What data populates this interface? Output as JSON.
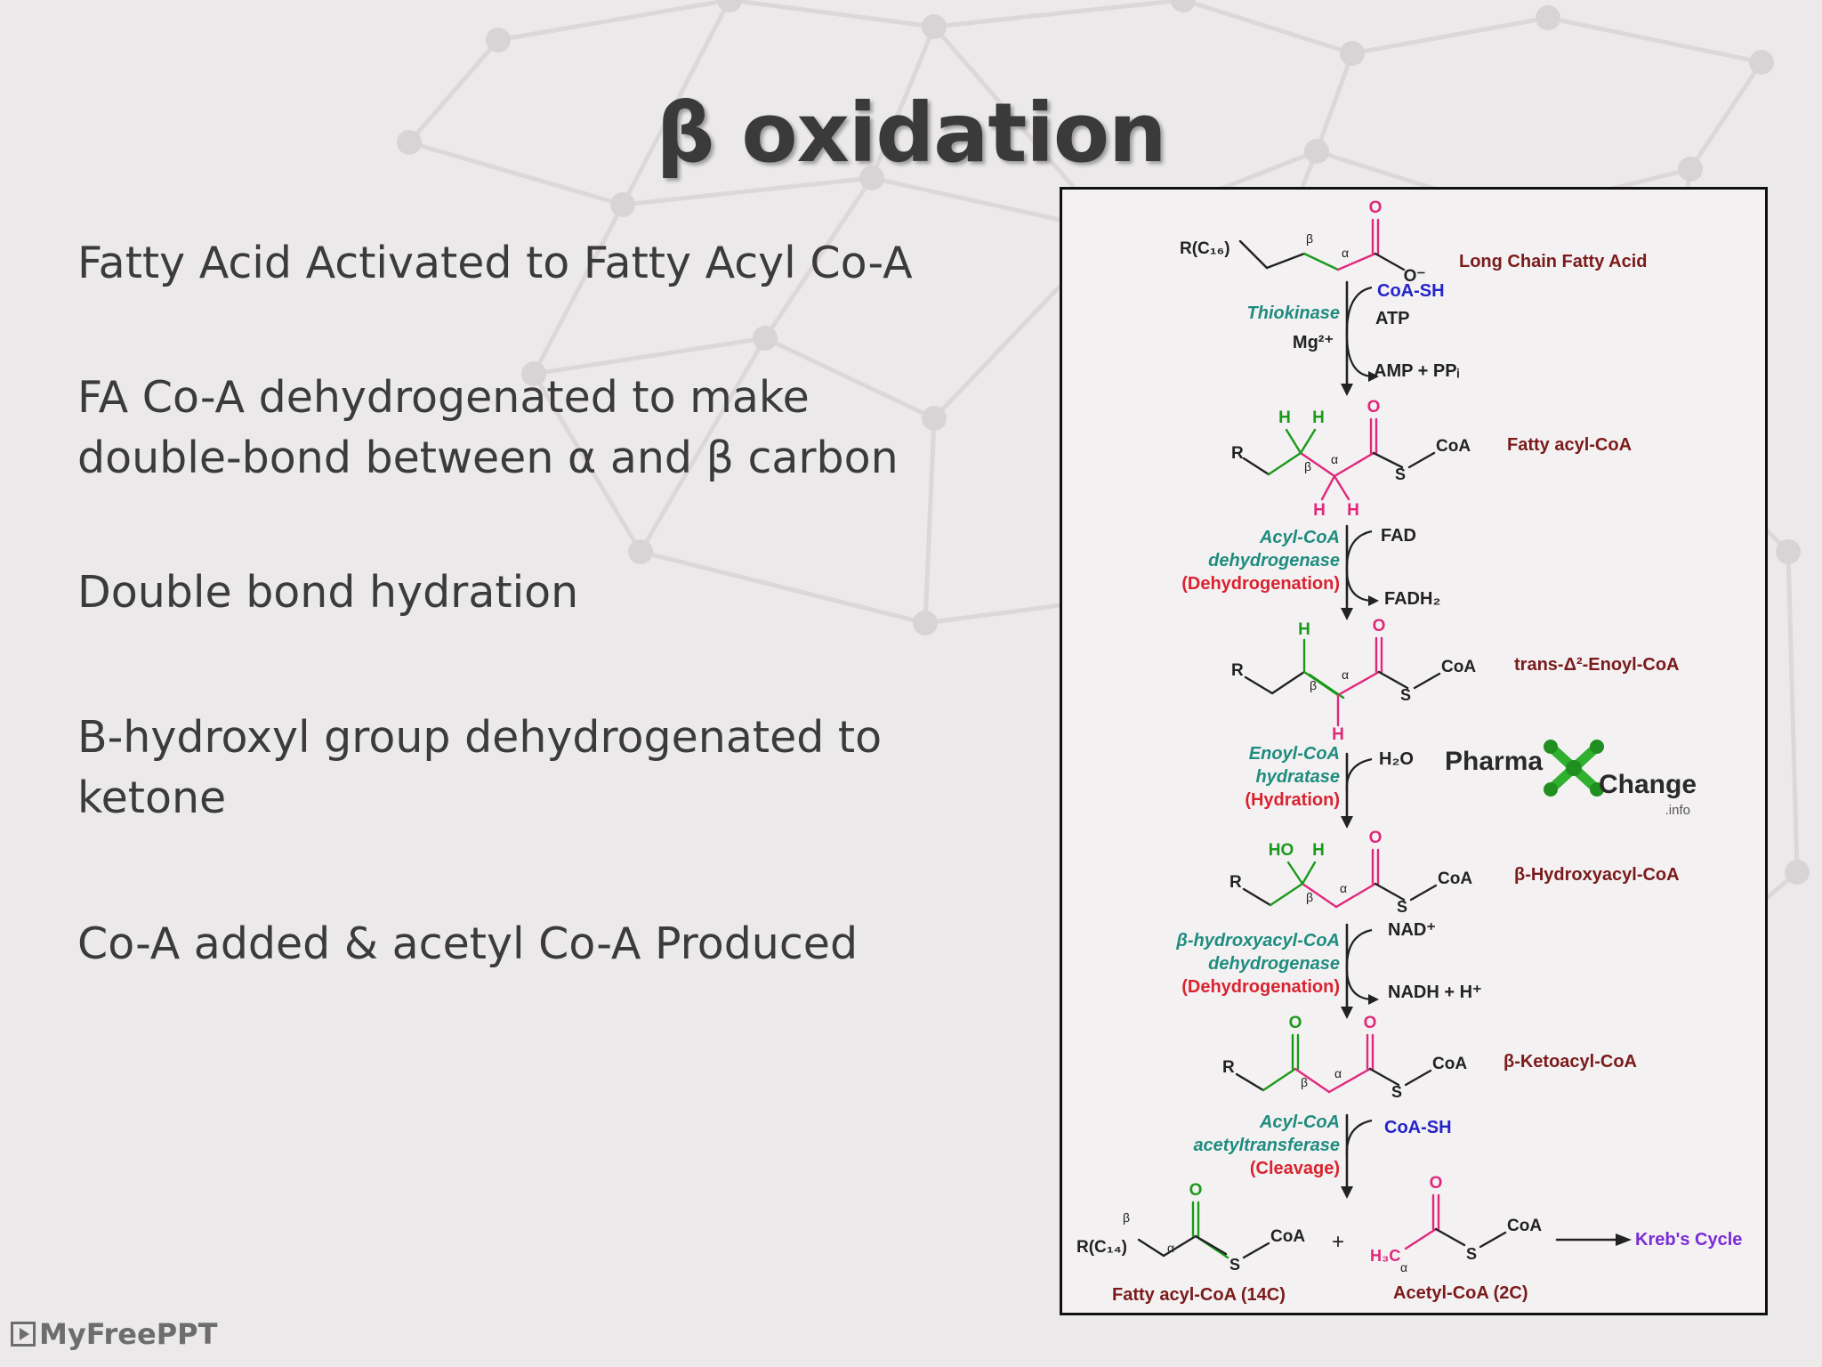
{
  "slide": {
    "title": "β oxidation",
    "bullets": [
      [
        "Fatty Acid Activated to Fatty Acyl Co-A"
      ],
      [
        "FA Co-A dehydrogenated to make",
        "double-bond between α and β carbon"
      ],
      [
        "Double bond hydration"
      ],
      [
        "B-hydroxyl group dehydrogenated to",
        "ketone"
      ],
      [
        "Co-A added & acetyl Co-A Produced"
      ]
    ],
    "watermark": "MyFreePPT"
  },
  "diagram": {
    "logo": {
      "part1": "Pharma",
      "part2": "Change",
      "suffix": ".info"
    },
    "compounds": {
      "fatty_acid": "Long Chain Fatty Acid",
      "fatty_acyl_coa": "Fatty acyl-CoA",
      "enoyl_coa": "trans-Δ²-Enoyl-CoA",
      "hydroxyacyl_coa": "β-Hydroxyacyl-CoA",
      "ketoacyl_coa": "β-Ketoacyl-CoA",
      "product_acyl": "Fatty acyl-CoA (14C)",
      "product_acetyl": "Acetyl-CoA (2C)",
      "krebs": "Kreb's Cycle"
    },
    "steps": [
      {
        "enzyme": [
          "Thiokinase"
        ],
        "process": "",
        "cofactor": "Mg²⁺",
        "in": "CoA-SH",
        "in2": "ATP",
        "out": "AMP + PPᵢ"
      },
      {
        "enzyme": [
          "Acyl-CoA",
          "dehydrogenase"
        ],
        "process": "(Dehydrogenation)",
        "in": "FAD",
        "out": "FADH₂"
      },
      {
        "enzyme": [
          "Enoyl-CoA",
          "hydratase"
        ],
        "process": "(Hydration)",
        "in": "H₂O"
      },
      {
        "enzyme": [
          "β-hydroxyacyl-CoA",
          "dehydrogenase"
        ],
        "process": "(Dehydrogenation)",
        "in": "NAD⁺",
        "out": "NADH + H⁺"
      },
      {
        "enzyme": [
          "Acyl-CoA",
          "acetyltransferase"
        ],
        "process": "(Cleavage)",
        "in": "CoA-SH"
      }
    ],
    "atoms": {
      "R": "R",
      "R16": "R(C₁₆)",
      "R14": "R(C₁₄)",
      "O": "O",
      "Ominus": "O⁻",
      "S": "S",
      "CoA": "CoA",
      "H": "H",
      "HO": "HO",
      "H3C": "H₃C",
      "alpha": "α",
      "beta": "β",
      "plus": "+"
    },
    "colors": {
      "green": "#1a9a1a",
      "magenta": "#e0287a",
      "enzyme": "#1e8c7e",
      "process": "#d9232f",
      "compound": "#7a1a1a",
      "blue": "#2323c8",
      "purple": "#7a2bd6"
    }
  }
}
